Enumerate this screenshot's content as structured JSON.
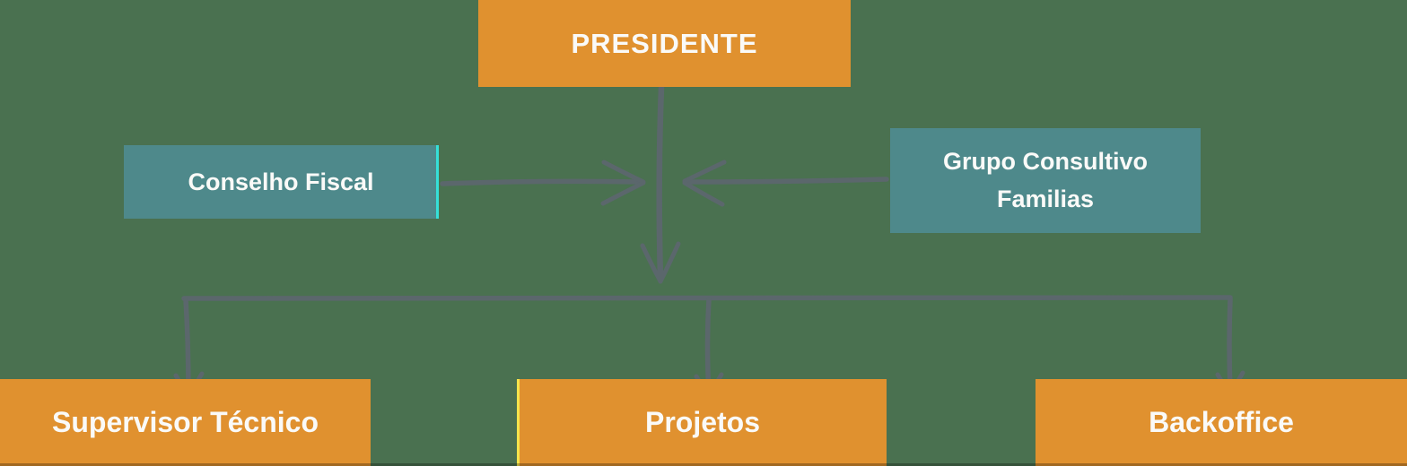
{
  "colors": {
    "background": "#4A7150",
    "orange": "#E0912F",
    "teal": "#4E898B",
    "arrow": "#5B676C",
    "text": "#FAFAF8",
    "accent_cyan": "#35E0D8",
    "accent_yellow": "#F5E34B"
  },
  "org_chart": {
    "top": {
      "label": "PRESIDENTE"
    },
    "advisors": [
      {
        "label": "Conselho Fiscal"
      },
      {
        "label": "Grupo Consultivo Familias"
      }
    ],
    "departments": [
      {
        "label": "Supervisor Técnico"
      },
      {
        "label": "Projetos"
      },
      {
        "label": "Backoffice"
      }
    ]
  }
}
